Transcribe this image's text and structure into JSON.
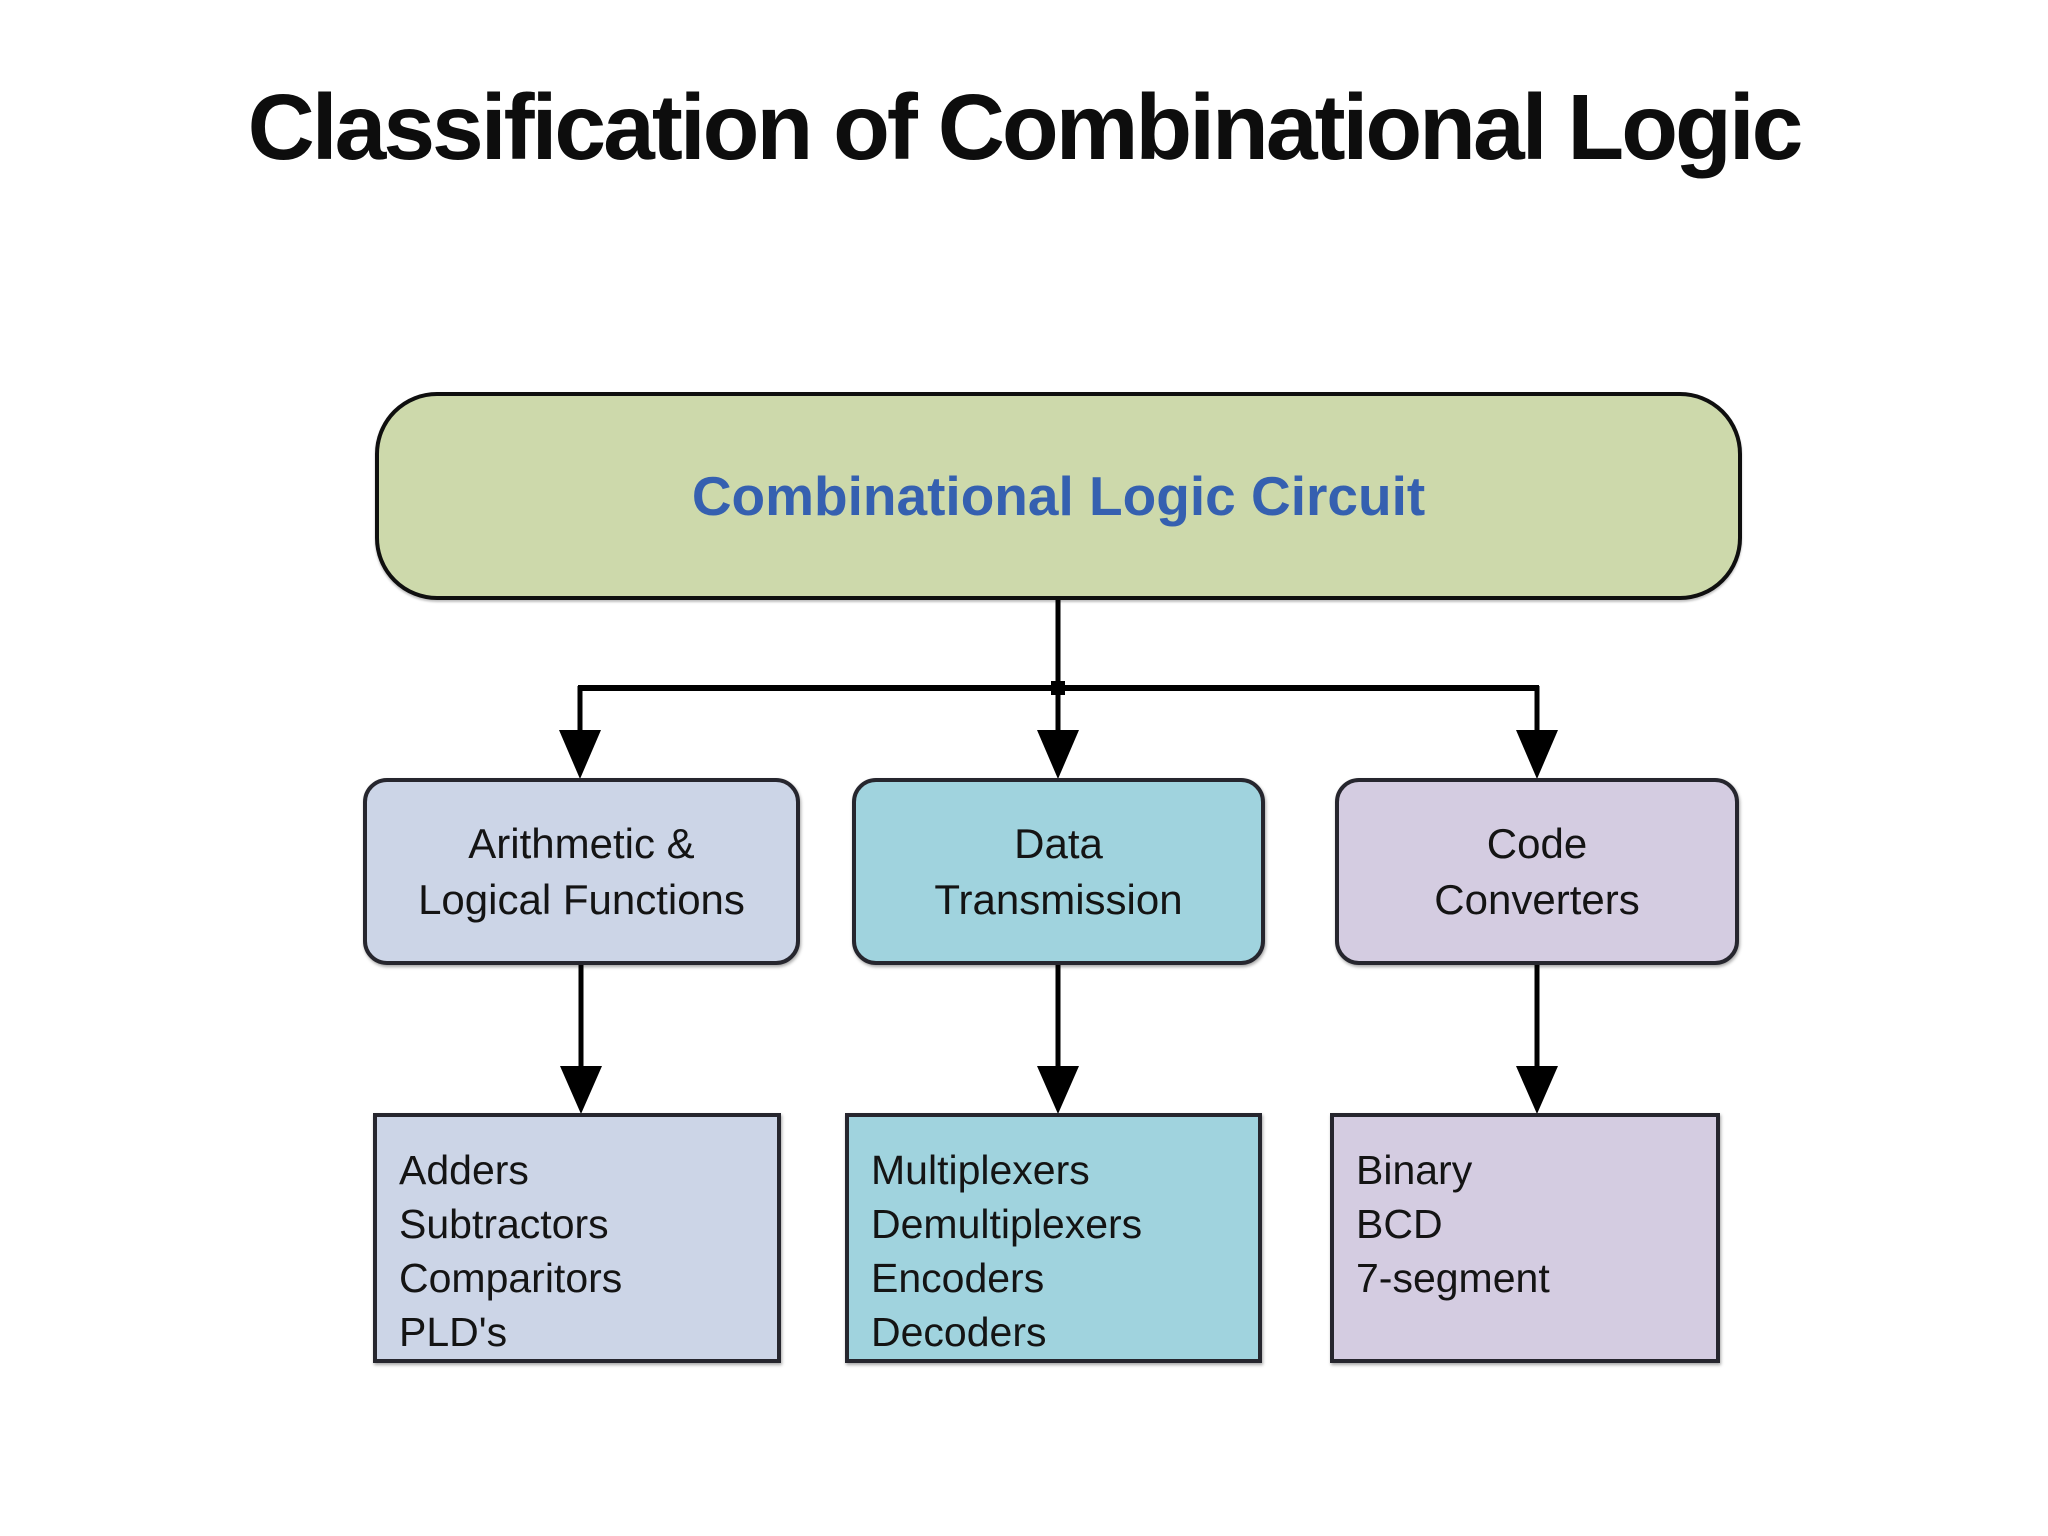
{
  "title": "Classification of Combinational Logic",
  "root": {
    "label": "Combinational Logic Circuit"
  },
  "branches": [
    {
      "label": "Arithmetic &\nLogical Functions",
      "items": [
        "Adders",
        "Subtractors",
        "Comparitors",
        "PLD's"
      ]
    },
    {
      "label": "Data\nTransmission",
      "items": [
        "Multiplexers",
        "Demultiplexers",
        "Encoders",
        "Decoders"
      ]
    },
    {
      "label": "Code\nConverters",
      "items": [
        "Binary",
        "BCD",
        "7-segment"
      ]
    }
  ],
  "colors": {
    "root-fill": "#cdd9ab",
    "root-text": "#3560b0",
    "col1-fill": "#ccd5e7",
    "col2-fill": "#a0d3de",
    "col3-fill": "#d4cce1",
    "box-border": "#26262e",
    "line": "#000000",
    "text": "#141414"
  }
}
